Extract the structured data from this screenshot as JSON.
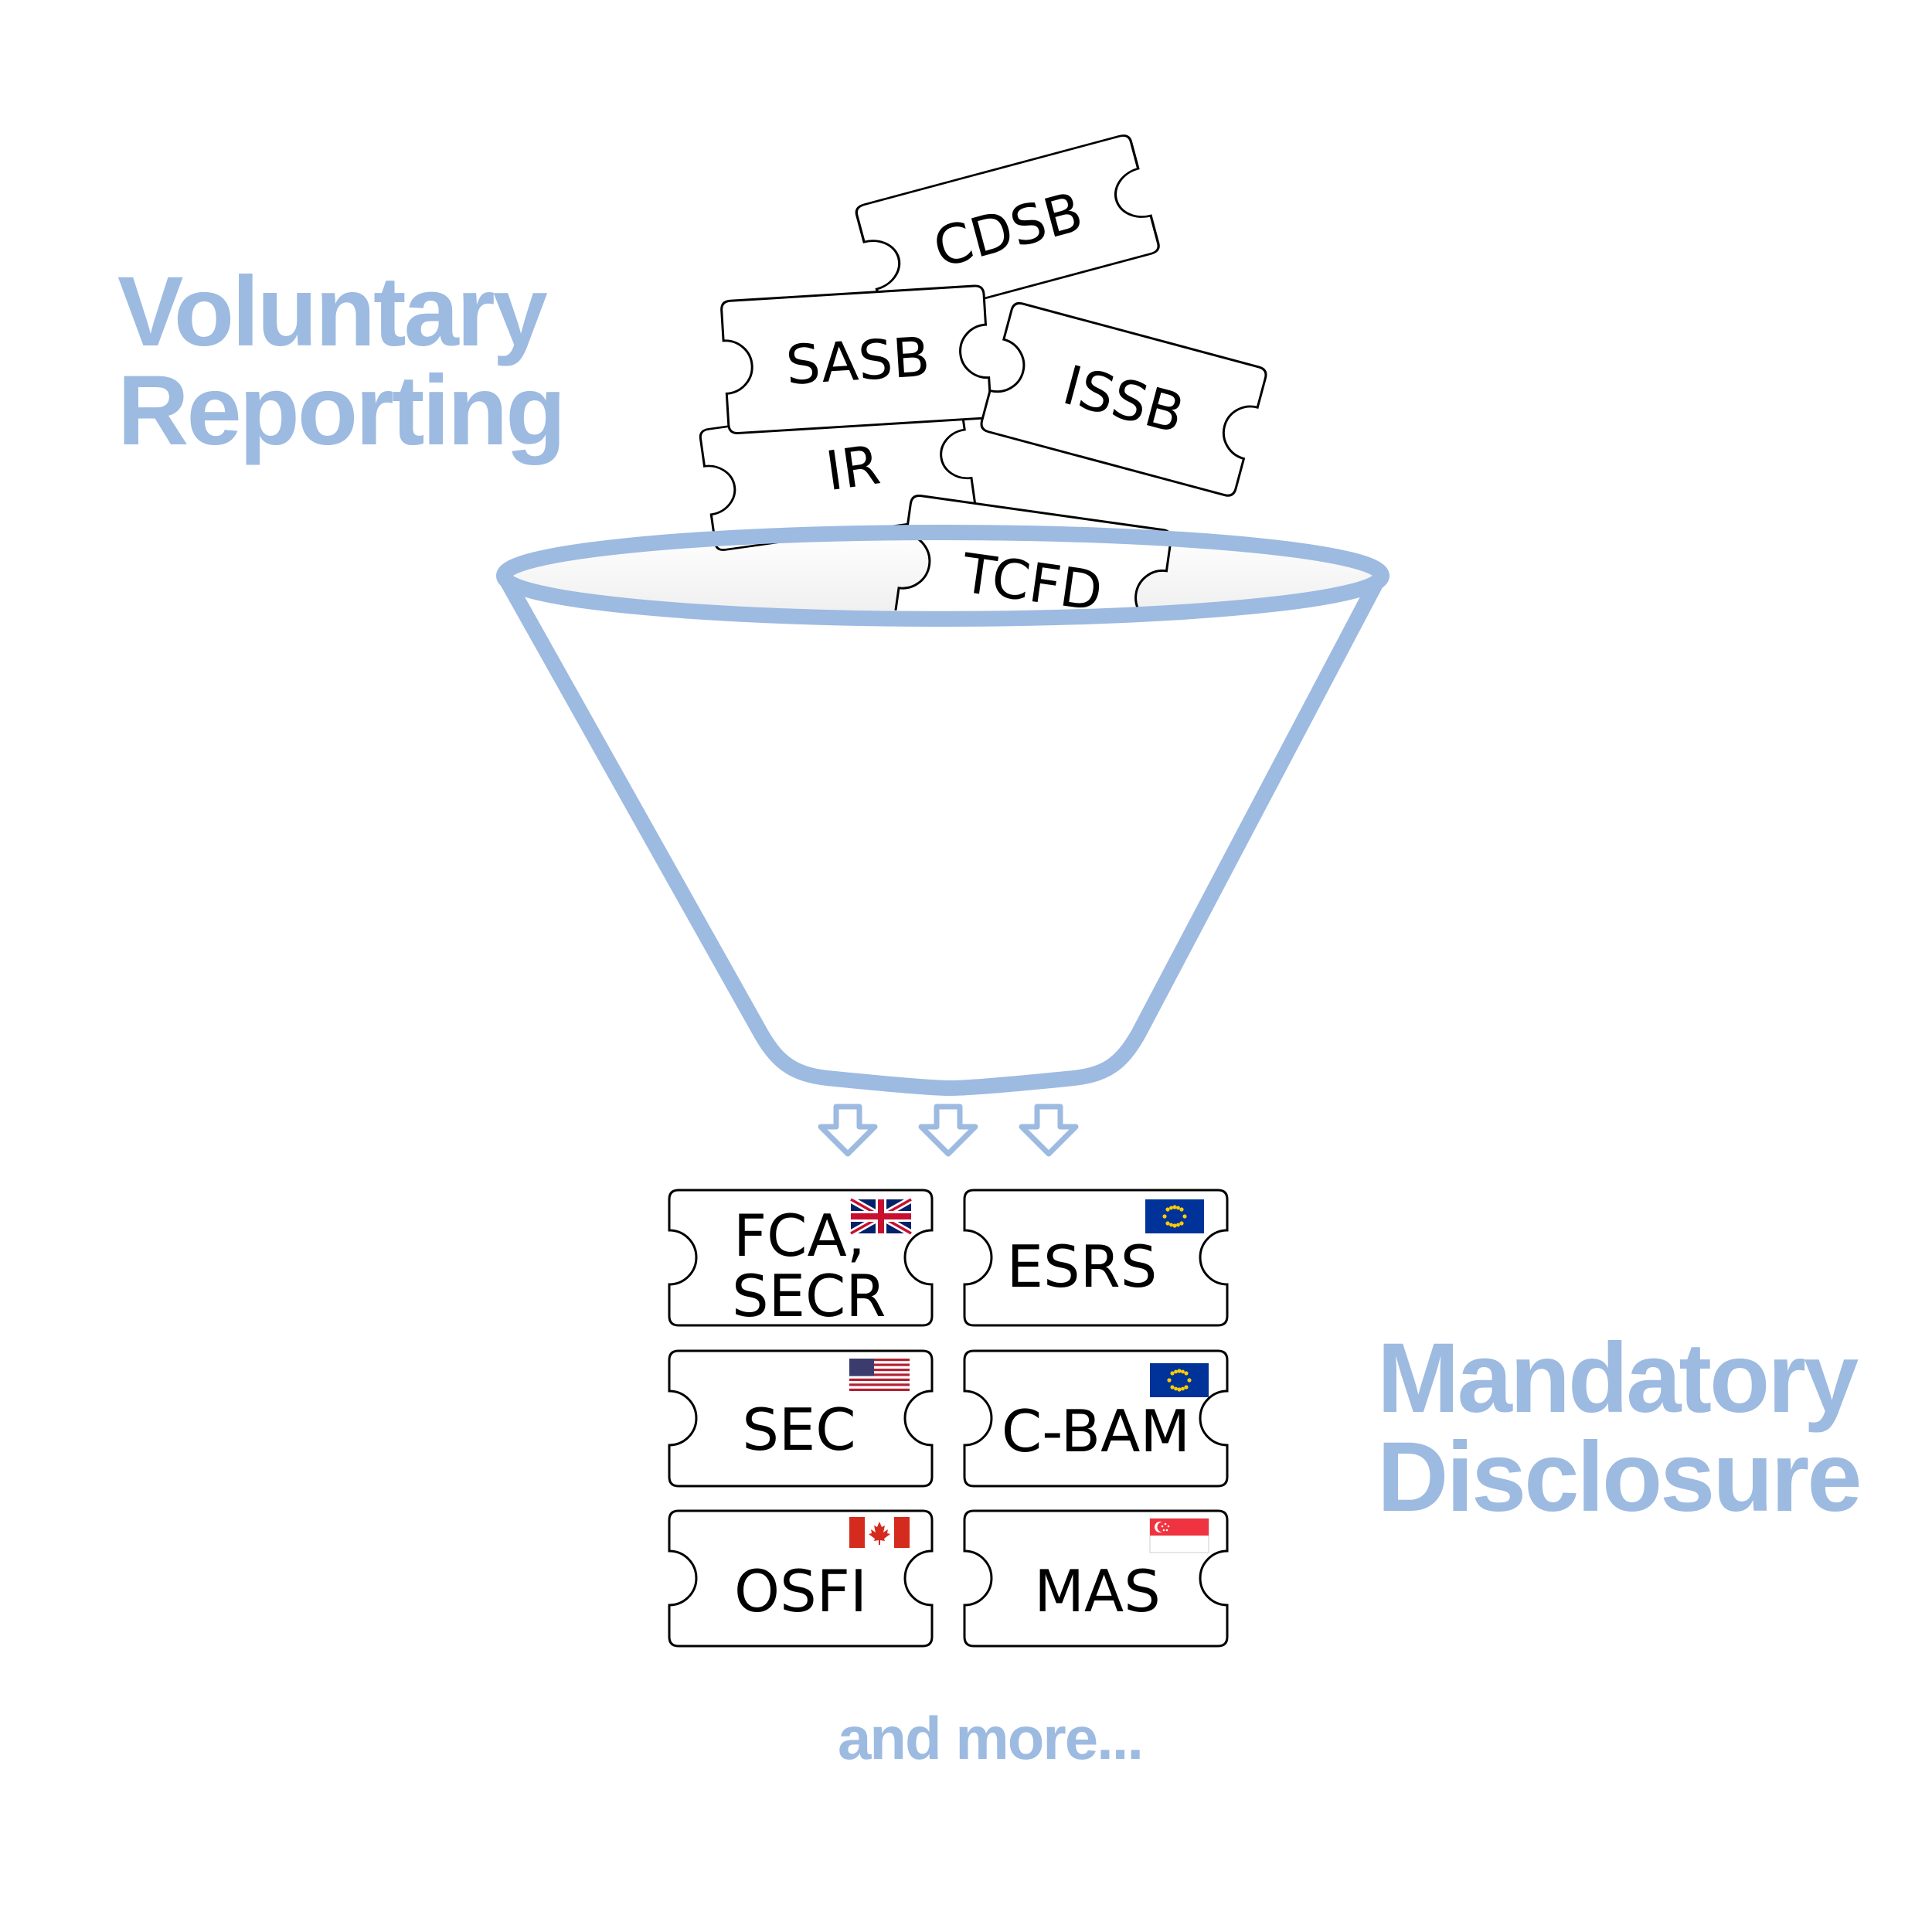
{
  "headings": {
    "voluntary_line1": "Voluntary",
    "voluntary_line2": "Reporting",
    "mandatory_line1": "Mandatory",
    "mandatory_line2": "Disclosure",
    "more": "and more..."
  },
  "voluntary_frameworks": {
    "cdsb": "CDSB",
    "sasb": "SASB",
    "issb": "ISSB",
    "ir": "IR",
    "tcfd": "TCFD"
  },
  "mandatory_regimes": {
    "fca_line1": "FCA,",
    "fca_line2": "SECR",
    "esrs": "ESRS",
    "sec": "SEC",
    "cbam": "C-BAM",
    "osfi": "OSFI",
    "mas": "MAS"
  },
  "flags": {
    "fca": "uk-flag-icon",
    "esrs": "eu-flag-icon",
    "sec": "us-flag-icon",
    "cbam": "eu-flag-icon",
    "osfi": "canada-flag-icon",
    "mas": "singapore-flag-icon"
  },
  "colors": {
    "accent": "#9dbae1",
    "ticket_stroke": "#000000",
    "uk_blue": "#012169",
    "uk_red": "#c8102e",
    "eu_blue": "#003399",
    "eu_star": "#ffcc00",
    "us_red": "#b22234",
    "us_blue": "#3c3b6e",
    "ca_red": "#d52b1e",
    "sg_red": "#ef3340"
  }
}
